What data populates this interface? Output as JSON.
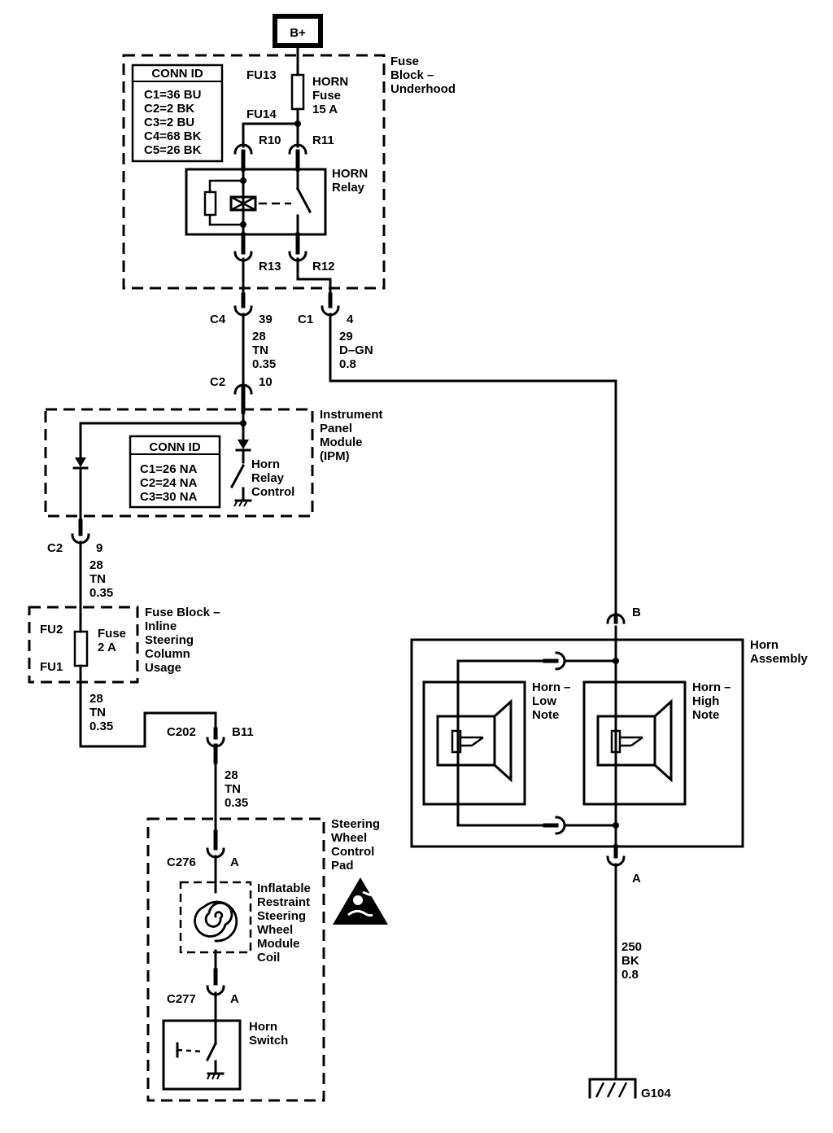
{
  "battery": {
    "label": "B+"
  },
  "fuse_block_underhood": {
    "title": [
      "Fuse",
      "Block –",
      "Underhood"
    ],
    "conn_title": "CONN ID",
    "conn_ids": [
      "C1=36 BU",
      "C2=2 BK",
      "C3=2 BU",
      "C4=68 BK",
      "C5=26 BK"
    ],
    "fu13": "FU13",
    "fu14": "FU14",
    "horn_fuse": [
      "HORN",
      "Fuse",
      "15 A"
    ],
    "r10": "R10",
    "r11": "R11",
    "r12": "R12",
    "r13": "R13",
    "relay": [
      "HORN",
      "Relay"
    ]
  },
  "conn_c4": {
    "label": "C4",
    "pin": "39"
  },
  "conn_c1": {
    "label": "C1",
    "pin": "4"
  },
  "wire_28_tn_a": [
    "28",
    "TN",
    "0.35"
  ],
  "wire_29_dgn": [
    "29",
    "D–GN",
    "0.8"
  ],
  "conn_c2_top": {
    "label": "C2",
    "pin": "10"
  },
  "ipm": {
    "title": [
      "Instrument",
      "Panel",
      "Module",
      "(IPM)"
    ],
    "conn_title": "CONN ID",
    "conn_ids": [
      "C1=26 NA",
      "C2=24 NA",
      "C3=30 NA"
    ],
    "horn_relay_control": [
      "Horn",
      "Relay",
      "Control"
    ]
  },
  "conn_c2_bottom": {
    "label": "C2",
    "pin": "9"
  },
  "wire_28_tn_b": [
    "28",
    "TN",
    "0.35"
  ],
  "inline_fuse_block": {
    "title": [
      "Fuse Block –",
      "Inline",
      "Steering",
      "Column",
      "Usage"
    ],
    "fu2": "FU2",
    "fu1": "FU1",
    "fuse": [
      "Fuse",
      "2 A"
    ]
  },
  "wire_28_tn_c": [
    "28",
    "TN",
    "0.35"
  ],
  "conn_c202": {
    "label": "C202",
    "pin": "B11"
  },
  "wire_28_tn_d": [
    "28",
    "TN",
    "0.35"
  ],
  "steering_pad": {
    "title": [
      "Steering",
      "Wheel",
      "Control",
      "Pad"
    ],
    "coil": [
      "Inflatable",
      "Restraint",
      "Steering",
      "Wheel",
      "Module",
      "Coil"
    ],
    "horn_switch": [
      "Horn",
      "Switch"
    ]
  },
  "conn_c276": {
    "label": "C276",
    "pin": "A"
  },
  "conn_c277": {
    "label": "C277",
    "pin": "A"
  },
  "horn_assembly": {
    "title": [
      "Horn",
      "Assembly"
    ],
    "low_note": [
      "Horn –",
      "Low",
      "Note"
    ],
    "high_note": [
      "Horn –",
      "High",
      "Note"
    ],
    "pin_b": "B",
    "pin_a": "A"
  },
  "wire_250_bk": [
    "250",
    "BK",
    "0.8"
  ],
  "ground": {
    "label": "G104"
  }
}
